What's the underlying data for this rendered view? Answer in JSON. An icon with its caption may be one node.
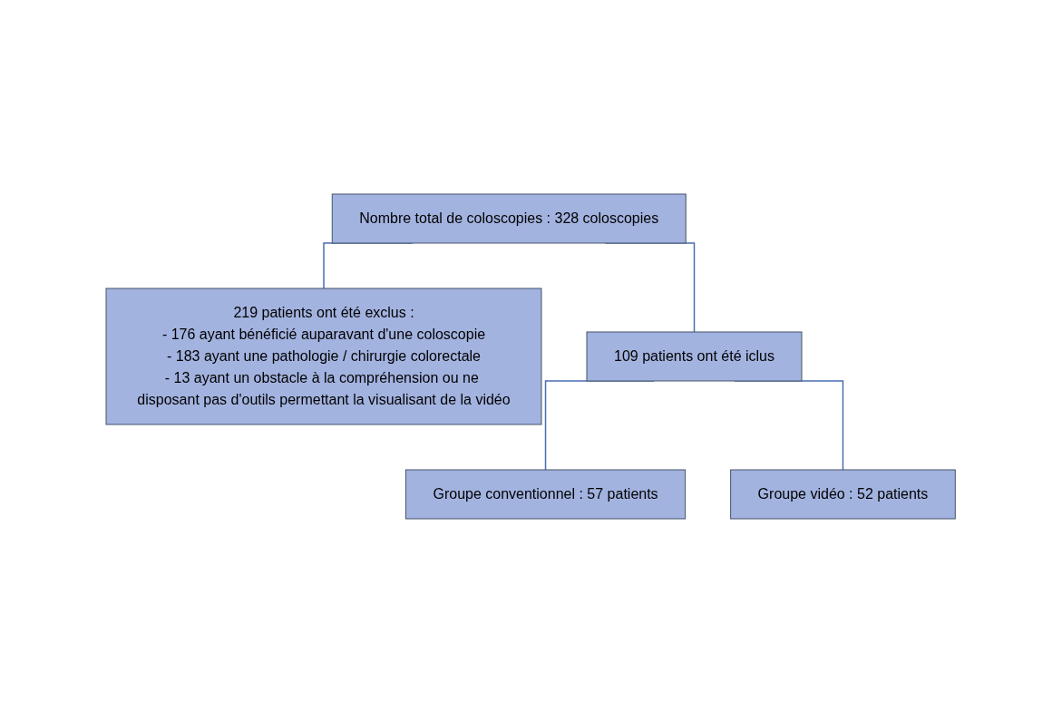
{
  "diagram": {
    "nodes": [
      {
        "text": [
          "Nombre total de coloscopies : 328 coloscopies"
        ]
      },
      {
        "text": [
          "219 patients ont été exclus :",
          "- 176 ayant bénéficié auparavant d'une coloscopie",
          "- 183 ayant une pathologie / chirurgie colorectale",
          "- 13 ayant un obstacle à la compréhension ou ne disposant pas d'outils permettant la visualisant de la vidéo"
        ]
      },
      {
        "text": [
          "109 patients ont été iclus"
        ]
      },
      {
        "text": [
          "Groupe conventionnel : 57 patients"
        ]
      },
      {
        "text": [
          "Groupe vidéo : 52 patients"
        ]
      }
    ],
    "edges": [
      {
        "from": 0,
        "to": 1,
        "arrow": "none"
      },
      {
        "from": 0,
        "to": 2,
        "arrow": "none"
      },
      {
        "from": 2,
        "to": 3,
        "arrow": "none"
      },
      {
        "from": 2,
        "to": 4,
        "arrow": "none"
      }
    ]
  }
}
